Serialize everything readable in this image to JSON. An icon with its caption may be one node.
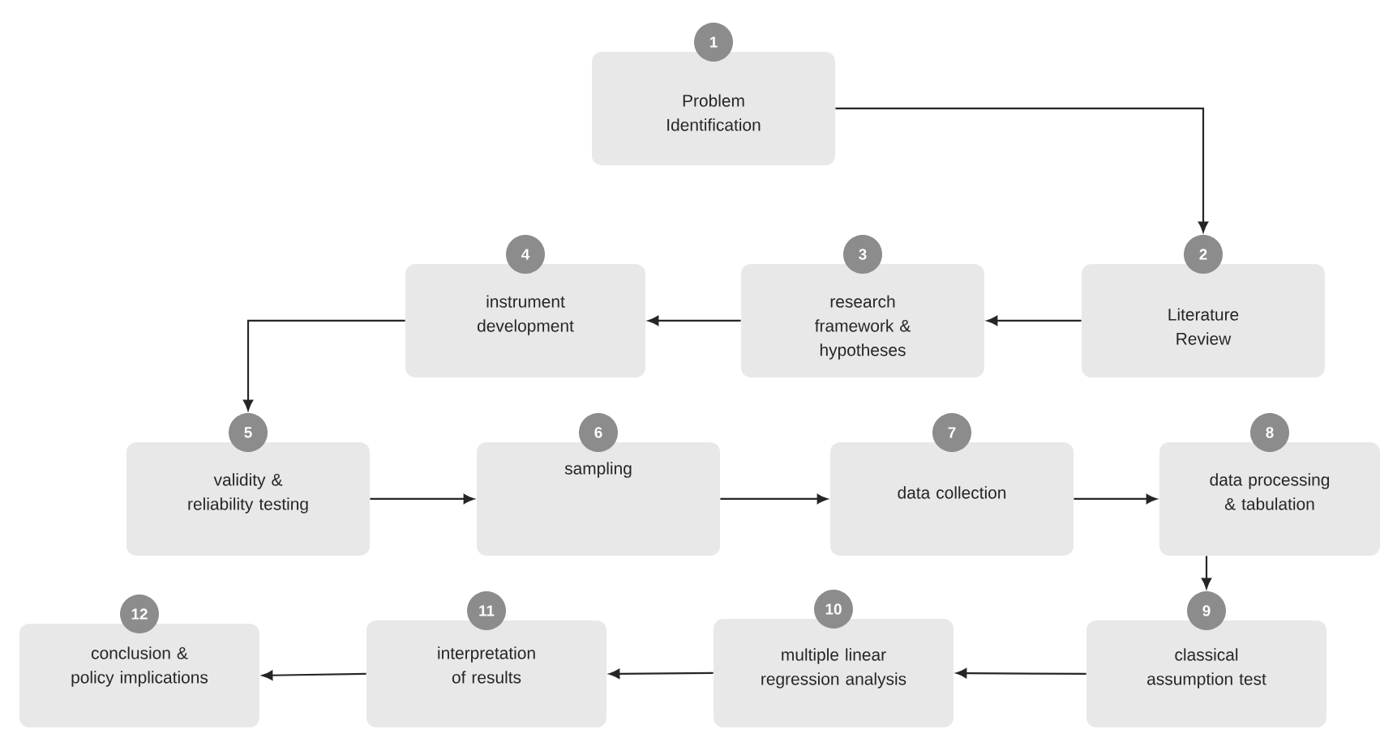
{
  "diagram": {
    "nodes": [
      {
        "text": [
          "1",
          "Problem Identification"
        ]
      },
      {
        "text": [
          "2",
          "Literature Review"
        ]
      },
      {
        "text": [
          "3",
          "research framework & hypotheses"
        ]
      },
      {
        "text": [
          "4",
          "instrument development"
        ]
      },
      {
        "text": [
          "5",
          "validity & reliability testing"
        ]
      },
      {
        "text": [
          "6",
          "sampling"
        ]
      },
      {
        "text": [
          "7",
          "data collection"
        ]
      },
      {
        "text": [
          "8",
          "data processing & tabulation"
        ]
      },
      {
        "text": [
          "9",
          "classical assumption test"
        ]
      },
      {
        "text": [
          "10",
          "multiple linear regression analysis"
        ]
      },
      {
        "text": [
          "11",
          "interpretation of results"
        ]
      },
      {
        "text": [
          "12",
          "conclusion & policy implications"
        ]
      }
    ],
    "edges": [
      {
        "from": 0,
        "to": 1,
        "arrow": "to"
      },
      {
        "from": 1,
        "to": 2,
        "arrow": "to"
      },
      {
        "from": 2,
        "to": 3,
        "arrow": "to"
      },
      {
        "from": 3,
        "to": 4,
        "arrow": "to"
      },
      {
        "from": 4,
        "to": 5,
        "arrow": "to"
      },
      {
        "from": 5,
        "to": 6,
        "arrow": "to"
      },
      {
        "from": 6,
        "to": 7,
        "arrow": "to"
      },
      {
        "from": 7,
        "to": 8,
        "arrow": "to"
      },
      {
        "from": 8,
        "to": 9,
        "arrow": "to"
      },
      {
        "from": 9,
        "to": 10,
        "arrow": "to"
      },
      {
        "from": 10,
        "to": 11,
        "arrow": "to"
      }
    ]
  }
}
